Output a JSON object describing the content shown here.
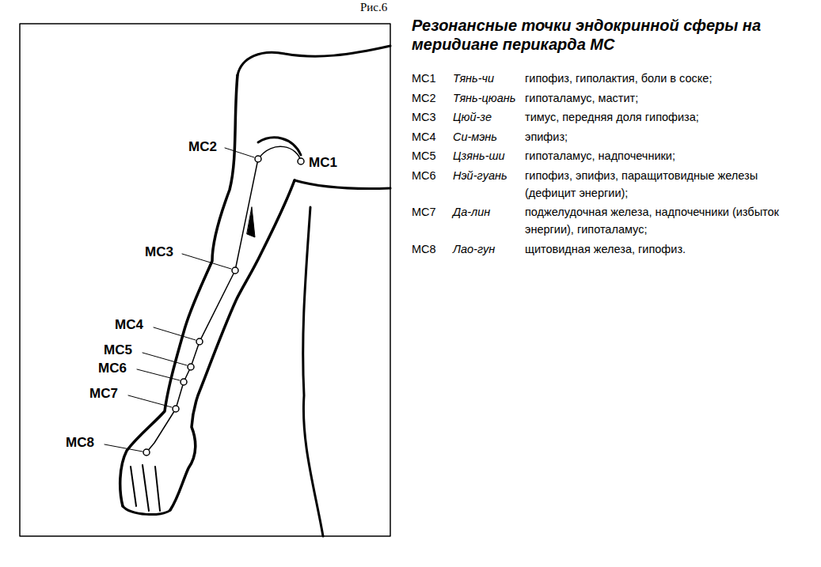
{
  "diagram": {
    "title": "Резонансные точки эндокринной сферы на меридиане перикарда МС",
    "labels": [
      "Рис.6",
      "МС2",
      "МС1",
      "МС3",
      "МС4",
      "МС5",
      "МС6",
      "МС7",
      "МС8",
      "МС1",
      "Тянь-чи",
      "гипофиз, гиполактия, боли в соске;",
      "МС2",
      "Тянь-цюань",
      "гипоталамус, мастит;",
      "МС3",
      "Цюй-зе",
      "тимус, передняя доля гипофиза;",
      "МС4",
      "Си-мэнь",
      "эпифиз;",
      "МС5",
      "Цзянь-ши",
      "гипоталамус, надпочечники;",
      "МС6",
      "Нэй-гуань",
      "гипофиз, эпифиз, паращитовидные железы (дефицит энергии);",
      "МС7",
      "Да-лин",
      "поджелудочная железа, надпочечники (избыток энергии), гипоталамус;",
      "МС8",
      "Лао-гун",
      "щитовидная железа, гипофиз."
    ]
  }
}
